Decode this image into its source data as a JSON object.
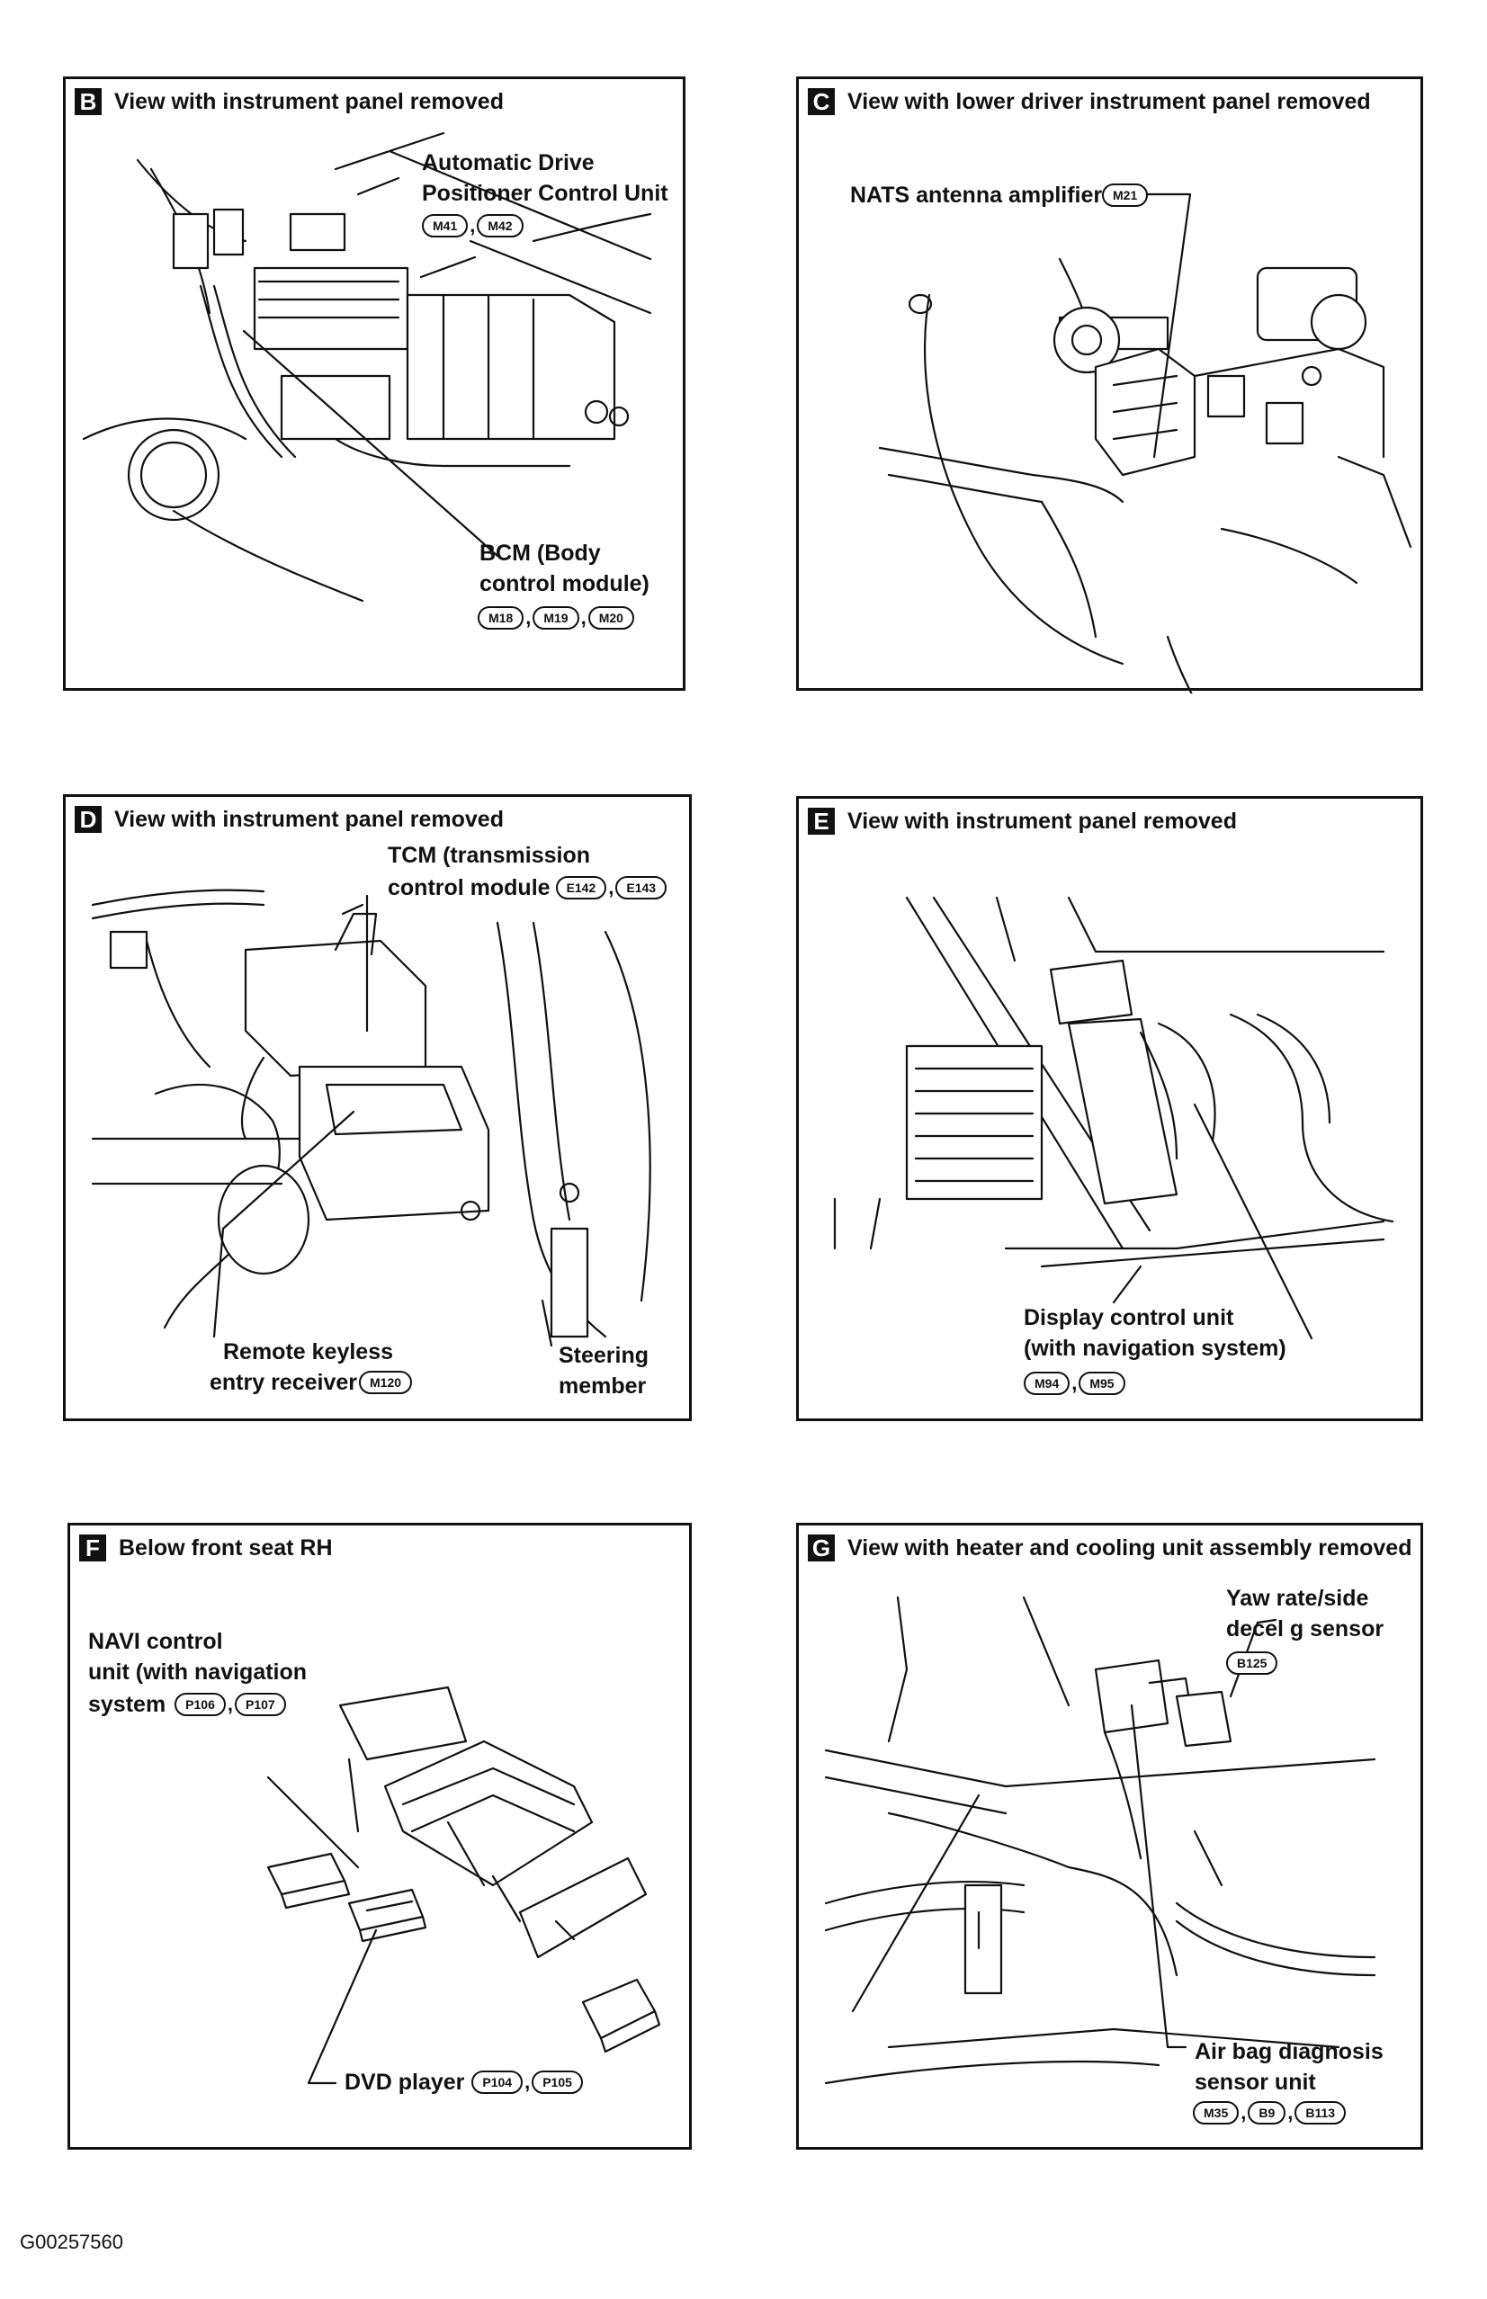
{
  "panels": {
    "B": {
      "letter": "B",
      "title": "View with instrument panel removed",
      "labels": [
        {
          "text": [
            "Automatic Drive",
            "Positioner Control Unit"
          ],
          "connectors": [
            "M41",
            "M42"
          ]
        },
        {
          "text": [
            "BCM (Body",
            "control module)"
          ],
          "connectors": [
            "M18",
            "M19",
            "M20"
          ]
        }
      ]
    },
    "C": {
      "letter": "C",
      "title": "View with lower driver instrument panel removed",
      "labels": [
        {
          "text": [
            "NATS antenna amplifier"
          ],
          "connectors": [
            "M21"
          ]
        }
      ]
    },
    "D": {
      "letter": "D",
      "title": "View with instrument panel removed",
      "labels": [
        {
          "text": [
            "TCM (transmission",
            "control module"
          ],
          "connectors": [
            "E142",
            "E143"
          ]
        },
        {
          "text": [
            "Remote keyless",
            "entry receiver"
          ],
          "connectors": [
            "M120"
          ]
        },
        {
          "text": [
            "Steering",
            "member"
          ],
          "connectors": []
        }
      ]
    },
    "E": {
      "letter": "E",
      "title": "View with instrument panel removed",
      "labels": [
        {
          "text": [
            "Display control unit",
            "(with navigation system)"
          ],
          "connectors": [
            "M94",
            "M95"
          ]
        }
      ]
    },
    "F": {
      "letter": "F",
      "title": "Below front seat RH",
      "labels": [
        {
          "text": [
            "NAVI control",
            "unit (with navigation",
            "system"
          ],
          "connectors": [
            "P106",
            "P107"
          ]
        },
        {
          "text": [
            "DVD player"
          ],
          "connectors": [
            "P104",
            "P105"
          ]
        }
      ]
    },
    "G": {
      "letter": "G",
      "title": "View with heater and cooling unit assembly removed",
      "labels": [
        {
          "text": [
            "Yaw rate/side",
            "decel g sensor"
          ],
          "connectors": [
            "B125"
          ]
        },
        {
          "text": [
            "Air bag diagnosis",
            "sensor unit"
          ],
          "connectors": [
            "M35",
            "B9",
            "B113"
          ]
        }
      ]
    }
  },
  "document_id": "G00257560"
}
